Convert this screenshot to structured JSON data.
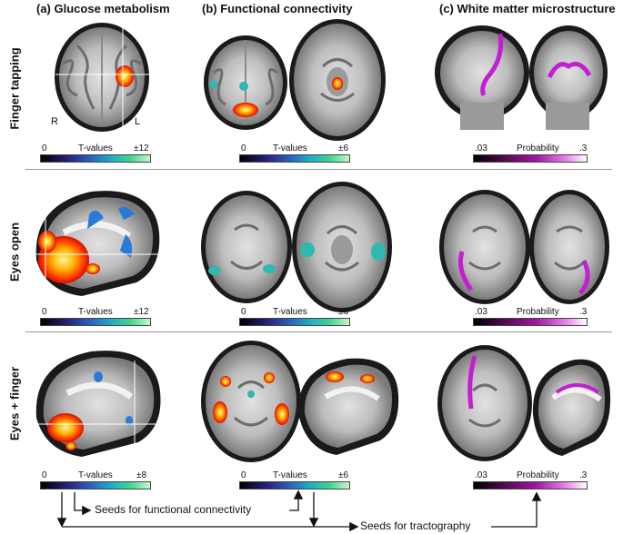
{
  "columns": [
    {
      "letter": "(a)",
      "title": "Glucose metabolism"
    },
    {
      "letter": "(b)",
      "title": "Functional connectivity"
    },
    {
      "letter": "(c)",
      "title": "White matter microstructure"
    }
  ],
  "rows": [
    "Finger tapping",
    "Eyes open",
    "Eyes + finger"
  ],
  "orientation": {
    "right": "R",
    "left": "L"
  },
  "colorbars": {
    "r1": {
      "a": {
        "min": "0",
        "label": "T-values",
        "max": "±12"
      },
      "b": {
        "min": "0",
        "label": "T-values",
        "max": "±6"
      },
      "c": {
        "min": ".03",
        "label": "Probability",
        "max": ".3"
      }
    },
    "r2": {
      "a": {
        "min": "0",
        "label": "T-values",
        "max": "±12"
      },
      "b": {
        "min": "0",
        "label": "T-values",
        "max": "±6"
      },
      "c": {
        "min": ".03",
        "label": "Probability",
        "max": ".3"
      }
    },
    "r3": {
      "a": {
        "min": "0",
        "label": "T-values",
        "max": "±8"
      },
      "b": {
        "min": "0",
        "label": "T-values",
        "max": "±6"
      },
      "c": {
        "min": ".03",
        "label": "Probability",
        "max": ".3"
      }
    }
  },
  "flow": {
    "seeds_fc": "Seeds for functional connectivity",
    "seeds_tract": "Seeds for tractography"
  },
  "colors": {
    "hot": "#ff5a00",
    "hot_core": "#fff27a",
    "cool": "#2a7bd6",
    "cyan": "#2fb8b0",
    "magenta": "#c21fd0",
    "gray_matter": "#6d6d6d",
    "white_matter": "#d8d8d8"
  }
}
